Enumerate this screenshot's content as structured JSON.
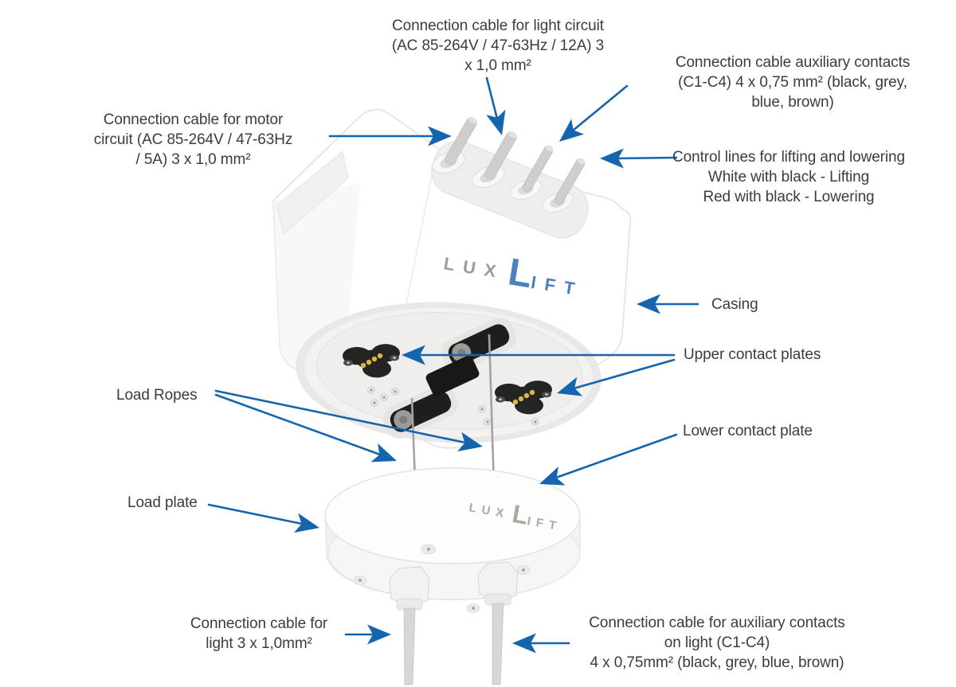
{
  "colors": {
    "arrow": "#1464ae",
    "text": "#3c3c3c",
    "logo_grey": "#9c9c9c",
    "logo_blue": "#4b80c2",
    "engraved": "#aba9a3"
  },
  "logo": {
    "lux": "LUX",
    "l": "L",
    "ift": "IFT"
  },
  "labels": {
    "light_circuit": [
      "Connection cable for light circuit",
      "(AC 85-264V / 47-63Hz / 12A) 3",
      "x 1,0 mm²"
    ],
    "aux_contacts": [
      "Connection cable auxiliary contacts",
      "(C1-C4) 4 x 0,75 mm² (black, grey,",
      "blue, brown)"
    ],
    "motor_circuit": [
      "Connection cable for motor",
      "circuit (AC 85-264V / 47-63Hz",
      "/ 5A) 3 x 1,0 mm²"
    ],
    "control_lines": [
      "Control lines for lifting and lowering",
      "White with black - Lifting",
      "Red with black - Lowering"
    ],
    "casing": "Casing",
    "upper_contact_plates": "Upper contact plates",
    "load_ropes": "Load Ropes",
    "lower_contact_plate": "Lower contact plate",
    "load_plate": "Load plate",
    "light_cable": [
      "Connection cable for",
      "light 3 x 1,0mm²"
    ],
    "aux_cable": [
      "Connection cable for auxiliary contacts",
      "on light (C1-C4)",
      "4 x 0,75mm² (black, grey, blue, brown)"
    ]
  }
}
